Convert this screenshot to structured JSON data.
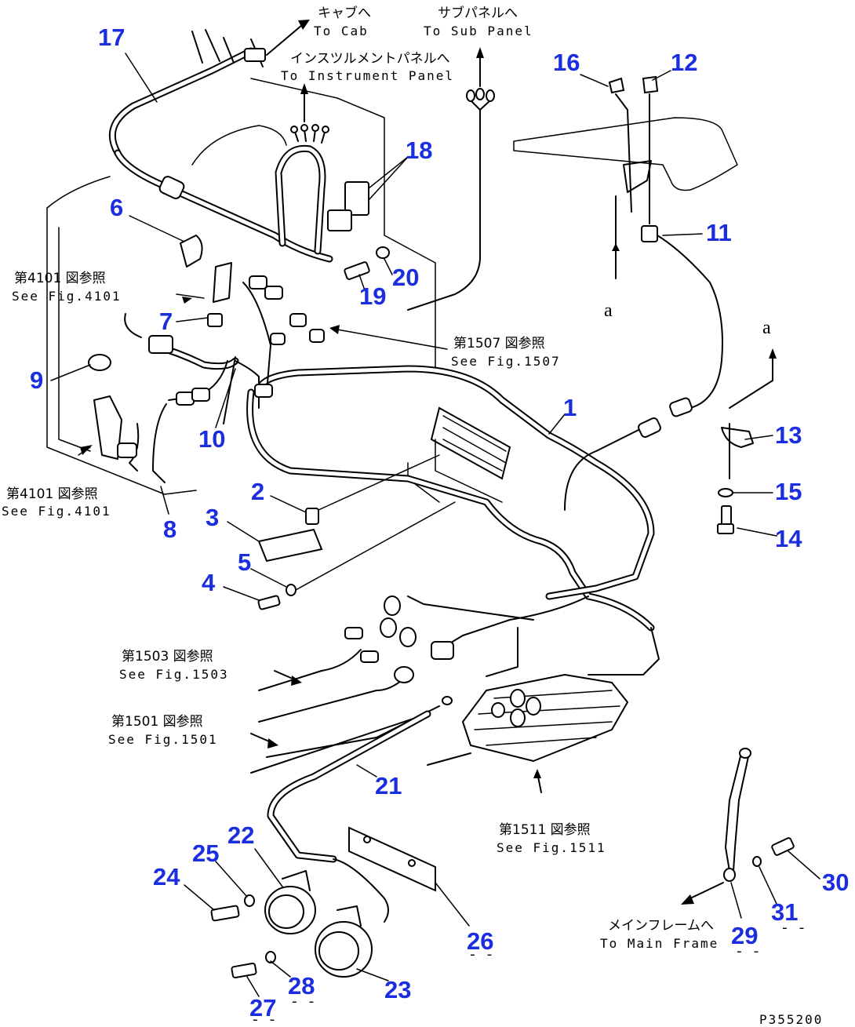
{
  "callouts": [
    "17",
    "18",
    "16",
    "12",
    "11",
    "6",
    "7",
    "9",
    "10",
    "19",
    "20",
    "1",
    "13",
    "15",
    "14",
    "2",
    "3",
    "5",
    "4",
    "8",
    "21",
    "22",
    "25",
    "24",
    "26",
    "23",
    "28",
    "27",
    "29",
    "30",
    "31"
  ],
  "references": {
    "to_cab": {
      "jp": "キャブへ",
      "en": "To Cab"
    },
    "to_sub_panel": {
      "jp": "サブパネルへ",
      "en": "To Sub Panel"
    },
    "to_instrument_panel": {
      "jp": "インスツルメントパネルへ",
      "en": "To Instrument Panel"
    },
    "fig4101_top": {
      "jp": "第4101 図参照",
      "en": "See Fig.4101"
    },
    "fig4101_bottom": {
      "jp": "第4101 図参照",
      "en": "See Fig.4101"
    },
    "fig1507": {
      "jp": "第1507 図参照",
      "en": "See Fig.1507"
    },
    "fig1503": {
      "jp": "第1503 図参照",
      "en": "See Fig.1503"
    },
    "fig1501": {
      "jp": "第1501 図参照",
      "en": "See Fig.1501"
    },
    "fig1511": {
      "jp": "第1511 図参照",
      "en": "See Fig.1511"
    },
    "to_main_frame": {
      "jp": "メインフレームへ",
      "en": "To Main Frame"
    }
  },
  "connector_letters": [
    "a",
    "a"
  ],
  "sub_marks": [
    "- -",
    "- -",
    "- -",
    "- -",
    "- -",
    "- -",
    "- -"
  ],
  "drawing_code": "P355200"
}
